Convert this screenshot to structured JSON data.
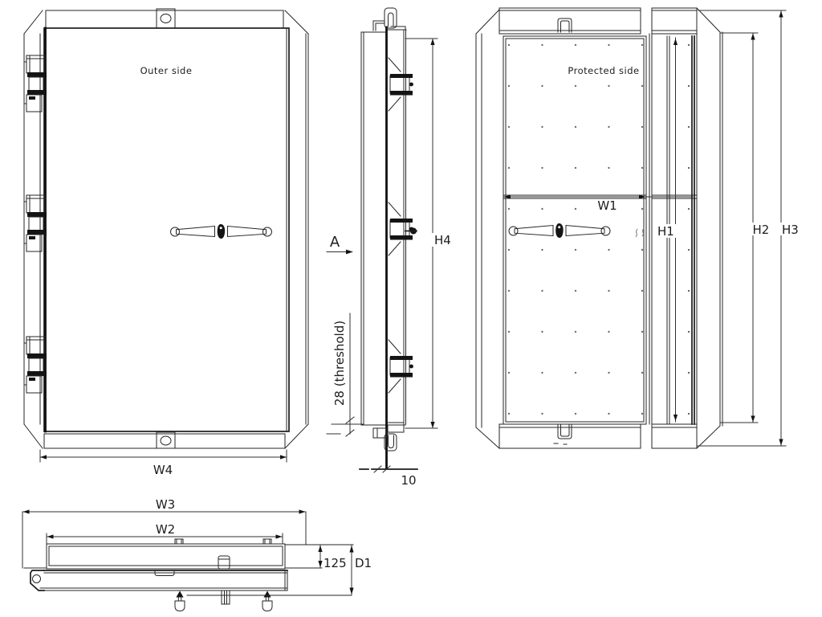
{
  "colors": {
    "ink": "#1f1f1f",
    "background": "#ffffff"
  },
  "front_view": {
    "label": "Outer side",
    "dim_width": "W4"
  },
  "side_view": {
    "section_label": "A",
    "dim_height": "H4",
    "dim_threshold": "28 (threshold)",
    "dim_bottom": "10"
  },
  "protected_view": {
    "label": "Protected side",
    "dim_width": "W1",
    "dim_height_1": "H1",
    "dim_height_2": "H2",
    "dim_height_3": "H3"
  },
  "plan_view": {
    "dim_width_outer": "W3",
    "dim_width_inner": "W2",
    "dim_depth": "125",
    "dim_depth_total": "D1"
  }
}
